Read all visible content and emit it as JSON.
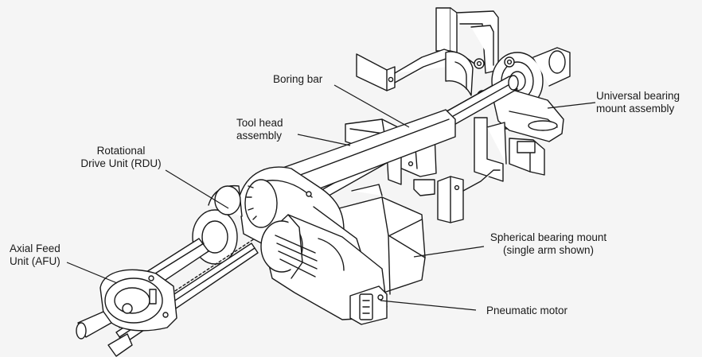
{
  "labels": {
    "boring_bar": "Boring bar",
    "universal_bearing_mount": [
      "Universal bearing",
      "mount assembly"
    ],
    "tool_head": [
      "Tool head",
      "assembly"
    ],
    "rdu": [
      "Rotational",
      "Drive Unit (RDU)"
    ],
    "afu": [
      "Axial Feed",
      "Unit (AFU)"
    ],
    "spherical_bearing_mount": [
      "Spherical bearing mount",
      "(single arm shown)"
    ],
    "pneumatic_motor": "Pneumatic motor"
  },
  "colors": {
    "background": "#f5f5f5",
    "line": "#1a1a1a",
    "part_fill": "#ffffff"
  }
}
